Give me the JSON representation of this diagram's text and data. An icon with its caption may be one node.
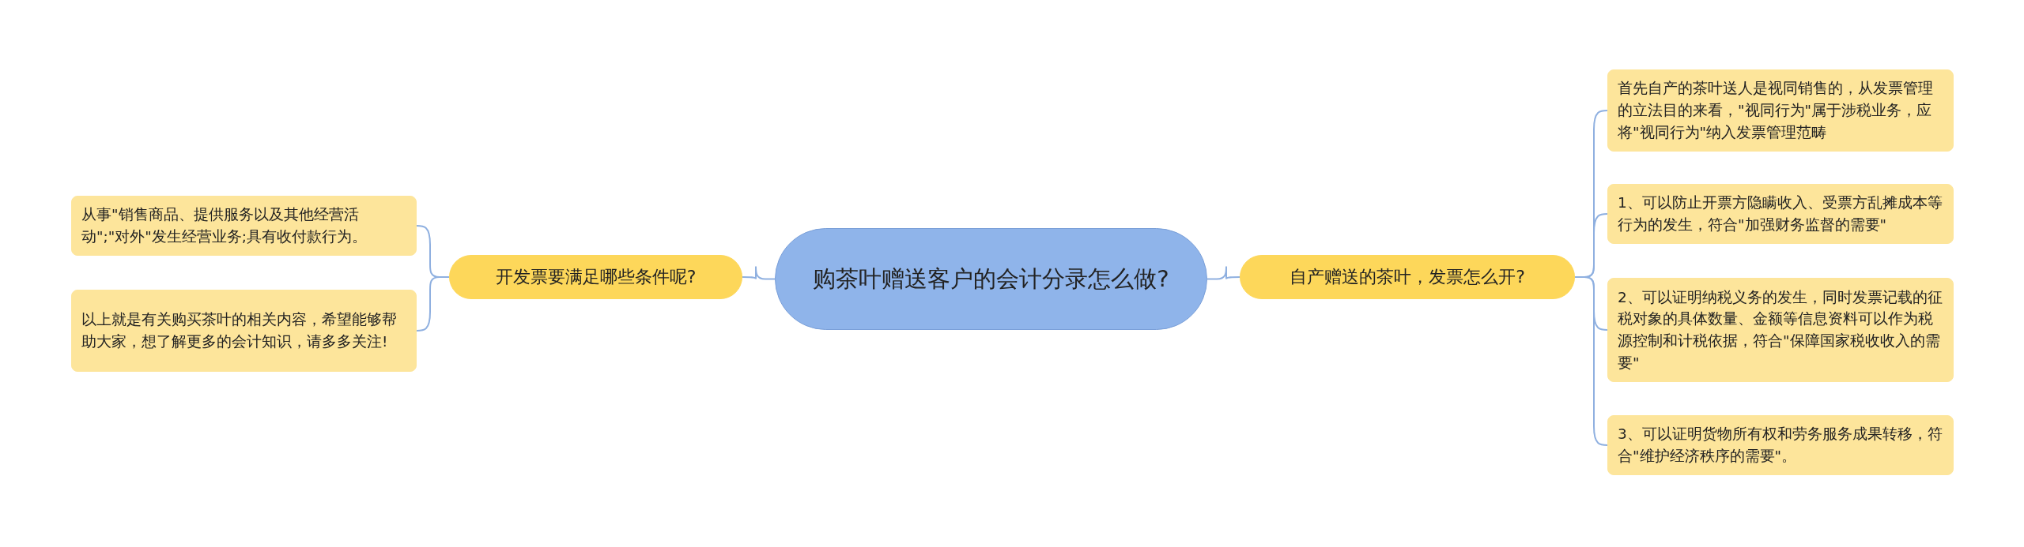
{
  "diagram": {
    "nodes": [
      {
        "text": [
          "购茶叶赠送客户的会计分录怎么做?"
        ]
      },
      {
        "text": [
          "开发票要满足哪些条件呢?"
        ]
      },
      {
        "text": [
          "从事\"销售商品、提供服务以及其他经营活动\";\"对外\"发生经营业务;具有收付款行为。"
        ]
      },
      {
        "text": [
          "以上就是有关购买茶叶的相关内容，希望能够帮助大家，想了解更多的会计知识，请多多关注!"
        ]
      },
      {
        "text": [
          "自产赠送的茶叶，发票怎么开?"
        ]
      },
      {
        "text": [
          "首先自产的茶叶送人是视同销售的，从发票管理的立法目的来看，\"视同行为\"属于涉税业务，应将\"视同行为\"纳入发票管理范畴"
        ]
      },
      {
        "text": [
          "1、可以防止开票方隐瞒收入、受票方乱摊成本等行为的发生，符合\"加强财务监督的需要\""
        ]
      },
      {
        "text": [
          "2、可以证明纳税义务的发生，同时发票记载的征税对象的具体数量、金额等信息资料可以作为税源控制和计税依据，符合\"保障国家税收收入的需要\""
        ]
      },
      {
        "text": [
          "3、可以证明货物所有权和劳务服务成果转移，符合\"维护经济秩序的需要\"。"
        ]
      }
    ],
    "edges": [
      {
        "from": 0,
        "to": 1,
        "arrow": "none"
      },
      {
        "from": 1,
        "to": 2,
        "arrow": "none"
      },
      {
        "from": 1,
        "to": 3,
        "arrow": "none"
      },
      {
        "from": 0,
        "to": 4,
        "arrow": "none"
      },
      {
        "from": 4,
        "to": 5,
        "arrow": "none"
      },
      {
        "from": 4,
        "to": 6,
        "arrow": "none"
      },
      {
        "from": 4,
        "to": 7,
        "arrow": "none"
      },
      {
        "from": 4,
        "to": 8,
        "arrow": "none"
      }
    ]
  }
}
